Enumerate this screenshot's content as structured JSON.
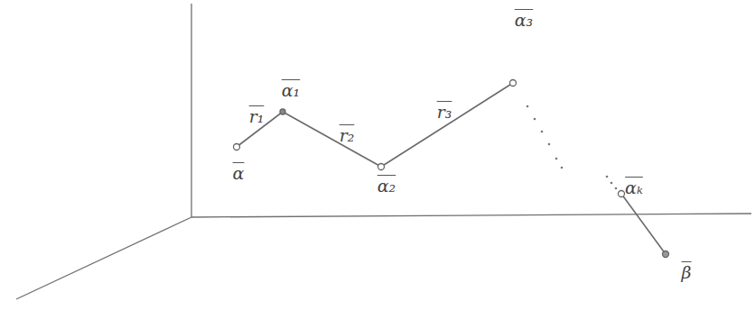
{
  "diagram": {
    "labels": [
      "α",
      "r₁",
      "α₁",
      "r₂",
      "α₂",
      "r₃",
      "α₃",
      "αₖ",
      "β"
    ]
  }
}
